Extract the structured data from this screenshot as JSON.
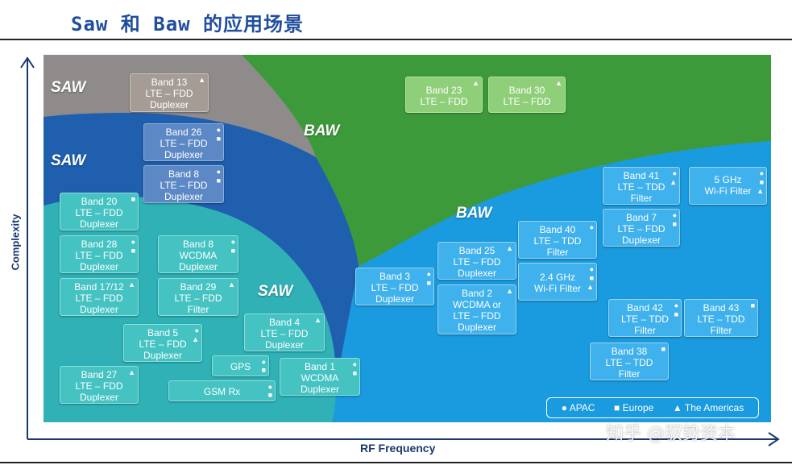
{
  "title": "Saw 和 Baw 的应用场景",
  "axis": {
    "y_label": "Complexity",
    "x_label": "RF Frequency"
  },
  "zones": {
    "saw_top": "SAW",
    "saw_mid": "SAW",
    "saw_low": "SAW",
    "baw_top": "BAW",
    "baw_right": "BAW"
  },
  "legend": {
    "apac": "APAC",
    "europe": "Europe",
    "americas": "The Americas"
  },
  "watermark": "知乎 @驭势资本",
  "colors": {
    "saw_gray": "#8e8b8a",
    "saw_blue": "#1f5fae",
    "saw_teal": "#2fb1b6",
    "baw_green": "#3d9a3a",
    "baw_blue": "#1a9bdf"
  },
  "boxes": {
    "band13": [
      "Band 13",
      "LTE – FDD",
      "Duplexer"
    ],
    "band26": [
      "Band 26",
      "LTE – FDD",
      "Duplexer"
    ],
    "band8lte": [
      "Band 8",
      "LTE – FDD",
      "Duplexer"
    ],
    "band20": [
      "Band 20",
      "LTE – FDD",
      "Duplexer"
    ],
    "band28": [
      "Band 28",
      "LTE – FDD",
      "Duplexer"
    ],
    "band8wcdma": [
      "Band 8",
      "WCDMA",
      "Duplexer"
    ],
    "band1712": [
      "Band 17/12",
      "LTE – FDD",
      "Duplexer"
    ],
    "band29": [
      "Band 29",
      "LTE – FDD",
      "Filter"
    ],
    "band5": [
      "Band 5",
      "LTE – FDD",
      "Duplexer"
    ],
    "band4": [
      "Band 4",
      "LTE – FDD",
      "Duplexer"
    ],
    "gps": [
      "GPS"
    ],
    "band1": [
      "Band 1",
      "WCDMA",
      "Duplexer"
    ],
    "band27": [
      "Band 27",
      "LTE – FDD",
      "Duplexer"
    ],
    "gsmrx": [
      "GSM Rx"
    ],
    "band23": [
      "Band 23",
      "LTE – FDD"
    ],
    "band30": [
      "Band 30",
      "LTE – FDD"
    ],
    "band41": [
      "Band 41",
      "LTE – TDD",
      "Filter"
    ],
    "wifi5": [
      "5 GHz",
      "Wi-Fi Filter"
    ],
    "band7": [
      "Band 7",
      "LTE – FDD",
      "Duplexer"
    ],
    "band40": [
      "Band 40",
      "LTE – TDD",
      "Filter"
    ],
    "band25": [
      "Band 25",
      "LTE – FDD",
      "Duplexer"
    ],
    "band3": [
      "Band 3",
      "LTE – FDD",
      "Duplexer"
    ],
    "wifi24": [
      "2.4 GHz",
      "Wi-Fi Filter"
    ],
    "band2": [
      "Band 2",
      "WCDMA or",
      "LTE – FDD",
      "Duplexer"
    ],
    "band42": [
      "Band 42",
      "LTE – TDD",
      "Filter"
    ],
    "band43": [
      "Band 43",
      "LTE – TDD",
      "Filter"
    ],
    "band38": [
      "Band 38",
      "LTE – TDD",
      "Filter"
    ]
  }
}
